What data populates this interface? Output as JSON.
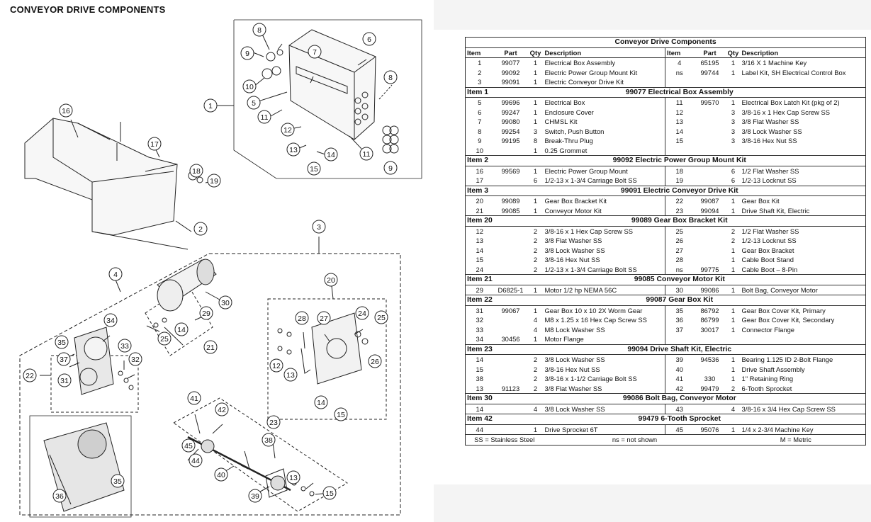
{
  "page_title": "CONVEYOR DRIVE COMPONENTS",
  "table": {
    "caption": "Conveyor Drive Components",
    "headers": [
      "Item",
      "Part",
      "Qty",
      "Description",
      "Item",
      "Part",
      "Qty",
      "Description"
    ],
    "top_rows": [
      [
        "1",
        "99077",
        "1",
        "Electrical Box Assembly",
        "4",
        "65195",
        "1",
        "3/16 X 1 Machine Key"
      ],
      [
        "2",
        "99092",
        "1",
        "Electric Power Group Mount Kit",
        "ns",
        "99744",
        "1",
        "Label Kit, SH Electrical Control Box"
      ],
      [
        "3",
        "99091",
        "1",
        "Electric Conveyor Drive Kit",
        "",
        "",
        "",
        ""
      ]
    ],
    "sections": [
      {
        "item": "Item 1",
        "title": "99077  Electrical Box Assembly",
        "rows": [
          [
            "5",
            "99696",
            "1",
            "Electrical Box",
            "11",
            "99570",
            "1",
            "Electrical Box Latch Kit (pkg of 2)"
          ],
          [
            "6",
            "99247",
            "1",
            "Enclosure Cover",
            "12",
            "",
            "3",
            "3/8-16 x 1 Hex Cap Screw SS"
          ],
          [
            "7",
            "99080",
            "1",
            "CHMSL Kit",
            "13",
            "",
            "3",
            "3/8 Flat Washer SS"
          ],
          [
            "8",
            "99254",
            "3",
            "Switch, Push Button",
            "14",
            "",
            "3",
            "3/8 Lock Washer SS"
          ],
          [
            "9",
            "99195",
            "8",
            "Break-Thru Plug",
            "15",
            "",
            "3",
            "3/8-16 Hex Nut SS"
          ],
          [
            "10",
            "",
            "1",
            "0.25 Grommet",
            "",
            "",
            "",
            ""
          ]
        ]
      },
      {
        "item": "Item 2",
        "title": "99092  Electric Power Group Mount Kit",
        "rows": [
          [
            "16",
            "99569",
            "1",
            "Electric Power Group Mount",
            "18",
            "",
            "6",
            "1/2 Flat Washer SS"
          ],
          [
            "17",
            "",
            "6",
            "1/2-13 x 1-3/4 Carriage Bolt SS",
            "19",
            "",
            "6",
            "1/2-13 Locknut SS"
          ]
        ]
      },
      {
        "item": "Item 3",
        "title": "99091  Electric Conveyor Drive Kit",
        "rows": [
          [
            "20",
            "99089",
            "1",
            "Gear Box Bracket Kit",
            "22",
            "99087",
            "1",
            "Gear Box Kit"
          ],
          [
            "21",
            "99085",
            "1",
            "Conveyor Motor Kit",
            "23",
            "99094",
            "1",
            "Drive Shaft Kit, Electric"
          ]
        ]
      },
      {
        "item": "Item 20",
        "title": "99089  Gear Box Bracket Kit",
        "rows": [
          [
            "12",
            "",
            "2",
            "3/8-16 x 1 Hex Cap Screw SS",
            "25",
            "",
            "2",
            "1/2 Flat Washer SS"
          ],
          [
            "13",
            "",
            "2",
            "3/8 Flat Washer SS",
            "26",
            "",
            "2",
            "1/2-13 Locknut SS"
          ],
          [
            "14",
            "",
            "2",
            "3/8 Lock Washer SS",
            "27",
            "",
            "1",
            "Gear Box Bracket"
          ],
          [
            "15",
            "",
            "2",
            "3/8-16 Hex Nut SS",
            "28",
            "",
            "1",
            "Cable Boot Stand"
          ],
          [
            "24",
            "",
            "2",
            "1/2-13 x 1-3/4 Carriage Bolt SS",
            "ns",
            "99775",
            "1",
            "Cable Boot – 8-Pin"
          ]
        ]
      },
      {
        "item": "Item 21",
        "title": "99085  Conveyor Motor Kit",
        "rows": [
          [
            "29",
            "D6825-1",
            "1",
            "Motor 1/2 hp NEMA 56C",
            "30",
            "99086",
            "1",
            "Bolt Bag, Conveyor Motor"
          ]
        ]
      },
      {
        "item": "Item 22",
        "title": "99087  Gear Box Kit",
        "rows": [
          [
            "31",
            "99067",
            "1",
            "Gear Box 10 x 10 2X Worm Gear",
            "35",
            "86792",
            "1",
            "Gear Box Cover Kit, Primary"
          ],
          [
            "32",
            "",
            "4",
            "M8 x 1.25 x 16 Hex Cap Screw SS",
            "36",
            "86799",
            "1",
            "Gear Box Cover Kit, Secondary"
          ],
          [
            "33",
            "",
            "4",
            "M8 Lock Washer SS",
            "37",
            "30017",
            "1",
            "Connector Flange"
          ],
          [
            "34",
            "30456",
            "1",
            "Motor Flange",
            "",
            "",
            "",
            ""
          ]
        ]
      },
      {
        "item": "Item 23",
        "title": "99094  Drive Shaft Kit, Electric",
        "rows": [
          [
            "14",
            "",
            "2",
            "3/8 Lock Washer SS",
            "39",
            "94536",
            "1",
            "Bearing 1.125 ID 2-Bolt Flange"
          ],
          [
            "15",
            "",
            "2",
            "3/8-16 Hex Nut SS",
            "40",
            "",
            "1",
            "Drive Shaft Assembly"
          ],
          [
            "38",
            "",
            "2",
            "3/8-16 x 1-1/2 Carriage Bolt SS",
            "41",
            "330",
            "1",
            "1\" Retaining Ring"
          ],
          [
            "13",
            "91123",
            "2",
            "3/8 Flat Washer SS",
            "42",
            "99479",
            "2",
            "6-Tooth Sprocket"
          ]
        ]
      },
      {
        "item": "Item 30",
        "title": "99086  Bolt Bag, Conveyor Motor",
        "rows": [
          [
            "14",
            "",
            "4",
            "3/8 Lock Washer SS",
            "43",
            "",
            "4",
            "3/8-16 x 3/4 Hex Cap Screw SS"
          ]
        ]
      },
      {
        "item": "Item 42",
        "title": "99479  6-Tooth Sprocket",
        "rows": [
          [
            "44",
            "",
            "1",
            "Drive Sprocket 6T",
            "45",
            "95076",
            "1",
            "1/4 x 2-3/4 Machine Key"
          ]
        ]
      }
    ],
    "footer": [
      "SS = Stainless Steel",
      "ns = not shown",
      "M = Metric"
    ]
  },
  "callouts": [
    "1",
    "2",
    "3",
    "4",
    "5",
    "6",
    "7",
    "8",
    "8",
    "9",
    "9",
    "10",
    "11",
    "11",
    "12",
    "12",
    "13",
    "13",
    "13",
    "14",
    "14",
    "14",
    "15",
    "15",
    "15",
    "16",
    "17",
    "18",
    "19",
    "20",
    "21",
    "22",
    "23",
    "24",
    "25",
    "25",
    "26",
    "27",
    "28",
    "29",
    "30",
    "31",
    "32",
    "33",
    "34",
    "35",
    "35",
    "36",
    "37",
    "38",
    "39",
    "40",
    "41",
    "42",
    "44",
    "45"
  ]
}
